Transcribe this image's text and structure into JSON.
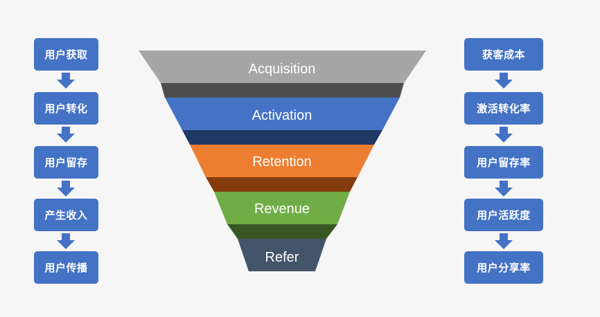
{
  "left_steps": [
    "用户获取",
    "用户转化",
    "用户留存",
    "产生收入",
    "用户传播"
  ],
  "right_steps": [
    "获客成本",
    "激活转化率",
    "用户留存率",
    "用户活跃度",
    "用户分享率"
  ],
  "funnel": {
    "stages": [
      {
        "label": "Acquisition",
        "color": "#a6a6a6",
        "band_color": "#4d4d4d"
      },
      {
        "label": "Activation",
        "color": "#4472c4",
        "band_color": "#203864"
      },
      {
        "label": "Retention",
        "color": "#ed7d31",
        "band_color": "#843c0c"
      },
      {
        "label": "Revenue",
        "color": "#70ad47",
        "band_color": "#385723"
      },
      {
        "label": "Refer",
        "color": "#44546a",
        "band_color": ""
      }
    ]
  },
  "colors": {
    "box": "#4472c4",
    "arrow": "#4472c4",
    "background": "#f6f6f6"
  }
}
